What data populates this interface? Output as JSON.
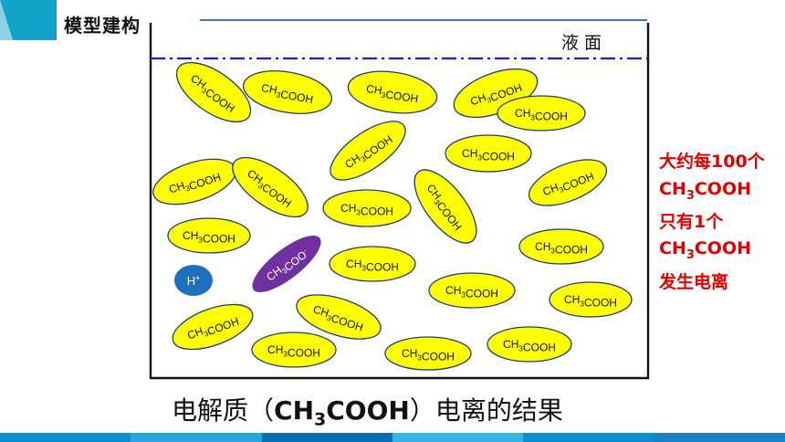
{
  "header": {
    "title": "模型建构",
    "accent_color": "#14a3c8"
  },
  "beaker": {
    "surface_label": "液 面",
    "surface_line_color": "#1a1ad6",
    "molecule_fill": "#ffff00",
    "ion_fill": "#7030a0",
    "hydrogen_fill": "#1f6fc0"
  },
  "molecules": [
    {
      "text": "CH3COOH",
      "rot": 35
    },
    {
      "text": "CH3COOH",
      "rot": 10
    },
    {
      "text": "CH3COOH",
      "rot": 8
    },
    {
      "text": "CH3COOH",
      "rot": -20
    },
    {
      "text": "CH3COOH",
      "rot": 0
    },
    {
      "text": "CH3COOH",
      "rot": -35
    },
    {
      "text": "CH3COOH",
      "rot": 0
    },
    {
      "text": "CH3COOH",
      "rot": -18
    },
    {
      "text": "CH3COOH",
      "rot": 35
    },
    {
      "text": "CH3COOH",
      "rot": 0
    },
    {
      "text": "CH3COOH",
      "rot": 52
    },
    {
      "text": "CH3COOH",
      "rot": -22
    },
    {
      "text": "CH3COOH",
      "rot": 0
    },
    {
      "text": "CH3COOH",
      "rot": 0
    },
    {
      "text": "CH3COOH",
      "rot": 0
    },
    {
      "text": "CH3COOH",
      "rot": 0
    },
    {
      "text": "CH3COOH",
      "rot": 0
    },
    {
      "text": "CH3COOH",
      "rot": -20
    },
    {
      "text": "CH3COOH",
      "rot": 18
    },
    {
      "text": "CH3COOH",
      "rot": 0
    },
    {
      "text": "CH3COOH",
      "rot": 0
    },
    {
      "text": "CH3COOH",
      "rot": 0
    }
  ],
  "ions": {
    "acetate": {
      "text": "CH3COO-",
      "rot": -38
    },
    "hydrogen": {
      "text": "H+"
    }
  },
  "side_note": [
    "大约每100个",
    "CH3COOH",
    "只有1个",
    "CH3COOH",
    "发生电离"
  ],
  "caption": "电解质（CH3COOH）电离的结果",
  "bottom_bar_colors": [
    "#0e8fc9",
    "#2aa7da",
    "#0b6db0",
    "#39b3e0",
    "#0e8fc9",
    "#1e7ec2"
  ]
}
